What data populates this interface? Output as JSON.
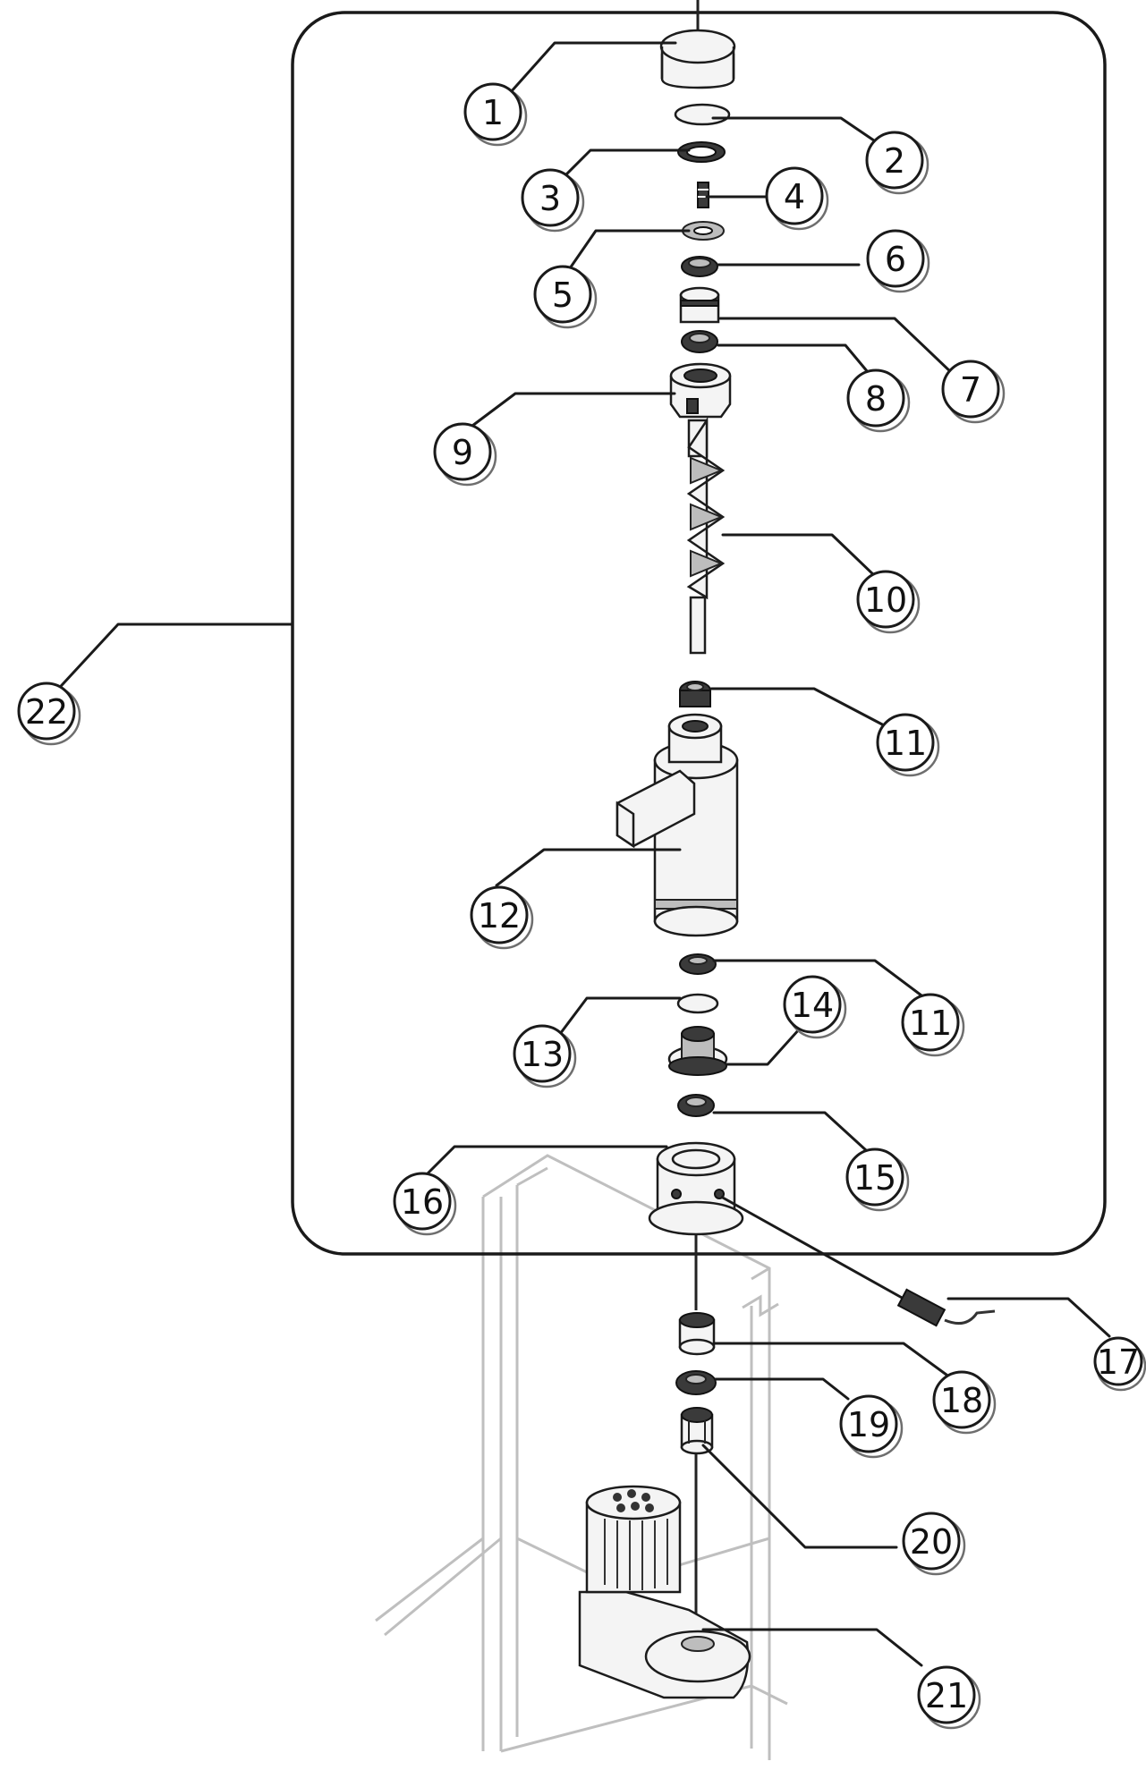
{
  "diagram": {
    "group_bracket_label": "22",
    "balloons": [
      {
        "id": "1",
        "label": "1"
      },
      {
        "id": "2",
        "label": "2"
      },
      {
        "id": "3",
        "label": "3"
      },
      {
        "id": "4",
        "label": "4"
      },
      {
        "id": "5",
        "label": "5"
      },
      {
        "id": "6",
        "label": "6"
      },
      {
        "id": "7",
        "label": "7"
      },
      {
        "id": "8",
        "label": "8"
      },
      {
        "id": "9",
        "label": "9"
      },
      {
        "id": "10",
        "label": "10"
      },
      {
        "id": "11a",
        "label": "11"
      },
      {
        "id": "12",
        "label": "12"
      },
      {
        "id": "11b",
        "label": "11"
      },
      {
        "id": "13",
        "label": "13"
      },
      {
        "id": "14",
        "label": "14"
      },
      {
        "id": "15",
        "label": "15"
      },
      {
        "id": "16",
        "label": "16"
      },
      {
        "id": "17",
        "label": "17"
      },
      {
        "id": "18",
        "label": "18"
      },
      {
        "id": "19",
        "label": "19"
      },
      {
        "id": "20",
        "label": "20"
      },
      {
        "id": "21",
        "label": "21"
      },
      {
        "id": "22",
        "label": "22"
      }
    ]
  }
}
